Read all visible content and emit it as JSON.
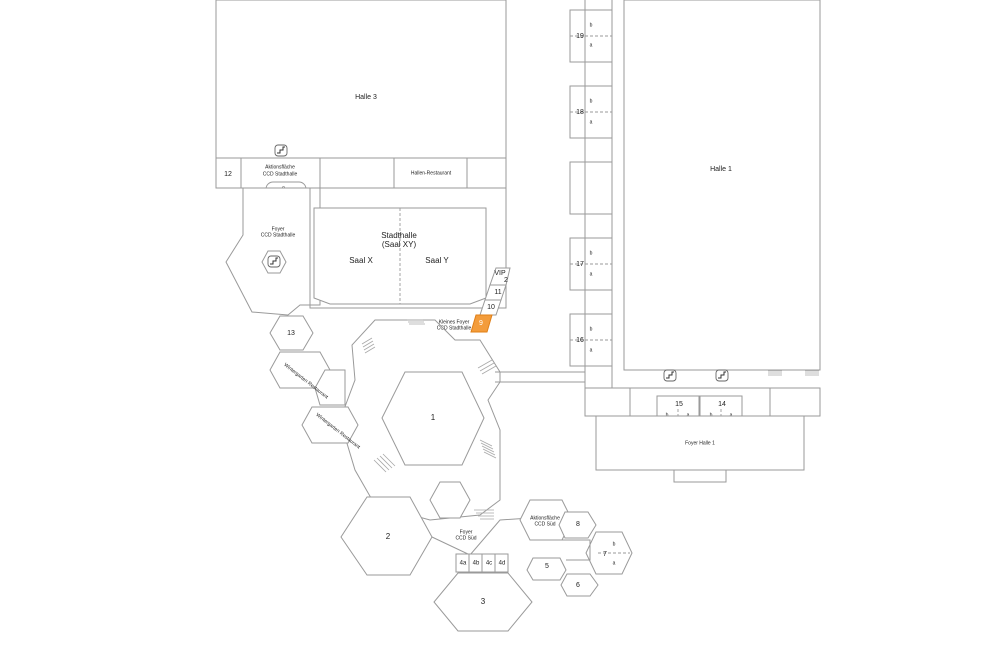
{
  "labels": {
    "halle3": "Halle 3",
    "halle1": "Halle 1",
    "n12": "12",
    "aktionsflaeche_stadthalle_1": "Aktionsfläche",
    "aktionsflaeche_stadthalle_2": "CCD Stadthalle",
    "hallen_restaurant": "Hallen-Restaurant",
    "bar": "Bar",
    "foyer_stadthalle_1": "Foyer",
    "foyer_stadthalle_2": "CCD Stadthalle",
    "stadthalle_1": "Stadthalle",
    "stadthalle_2": "(Saal XY)",
    "saal_x": "Saal X",
    "saal_y": "Saal Y",
    "vip": "VIP",
    "n2_vip": "2",
    "n11": "11",
    "n10": "10",
    "n9": "9",
    "kleines_foyer_1": "Kleines Foyer",
    "kleines_foyer_2": "CCD Stadthalle",
    "n13": "13",
    "wintergarten_1": "Wintergarten Restaurant",
    "wintergarten_2": "Wintergarten Restaurant",
    "n1": "1",
    "n2": "2",
    "foyer_sued_1": "Foyer",
    "foyer_sued_2": "CCD Süd",
    "n4a": "4a",
    "n4b": "4b",
    "n4c": "4c",
    "n4d": "4d",
    "n3": "3",
    "aktionsflaeche_sued_1": "Aktionsfläche",
    "aktionsflaeche_sued_2": "CCD Süd",
    "n8": "8",
    "n7": "7",
    "n7b": "b",
    "n7a": "a",
    "n5": "5",
    "n6": "6",
    "n19": "19",
    "n18": "18",
    "n17": "17",
    "n16": "16",
    "n15": "15",
    "n14": "14",
    "sub_b": "b",
    "sub_a": "a",
    "foyer_halle1": "Foyer Halle 1"
  },
  "colors": {
    "highlight": "#f39c3b",
    "lines": "#9a9a9a"
  },
  "icons": [
    "stairs-icon"
  ]
}
